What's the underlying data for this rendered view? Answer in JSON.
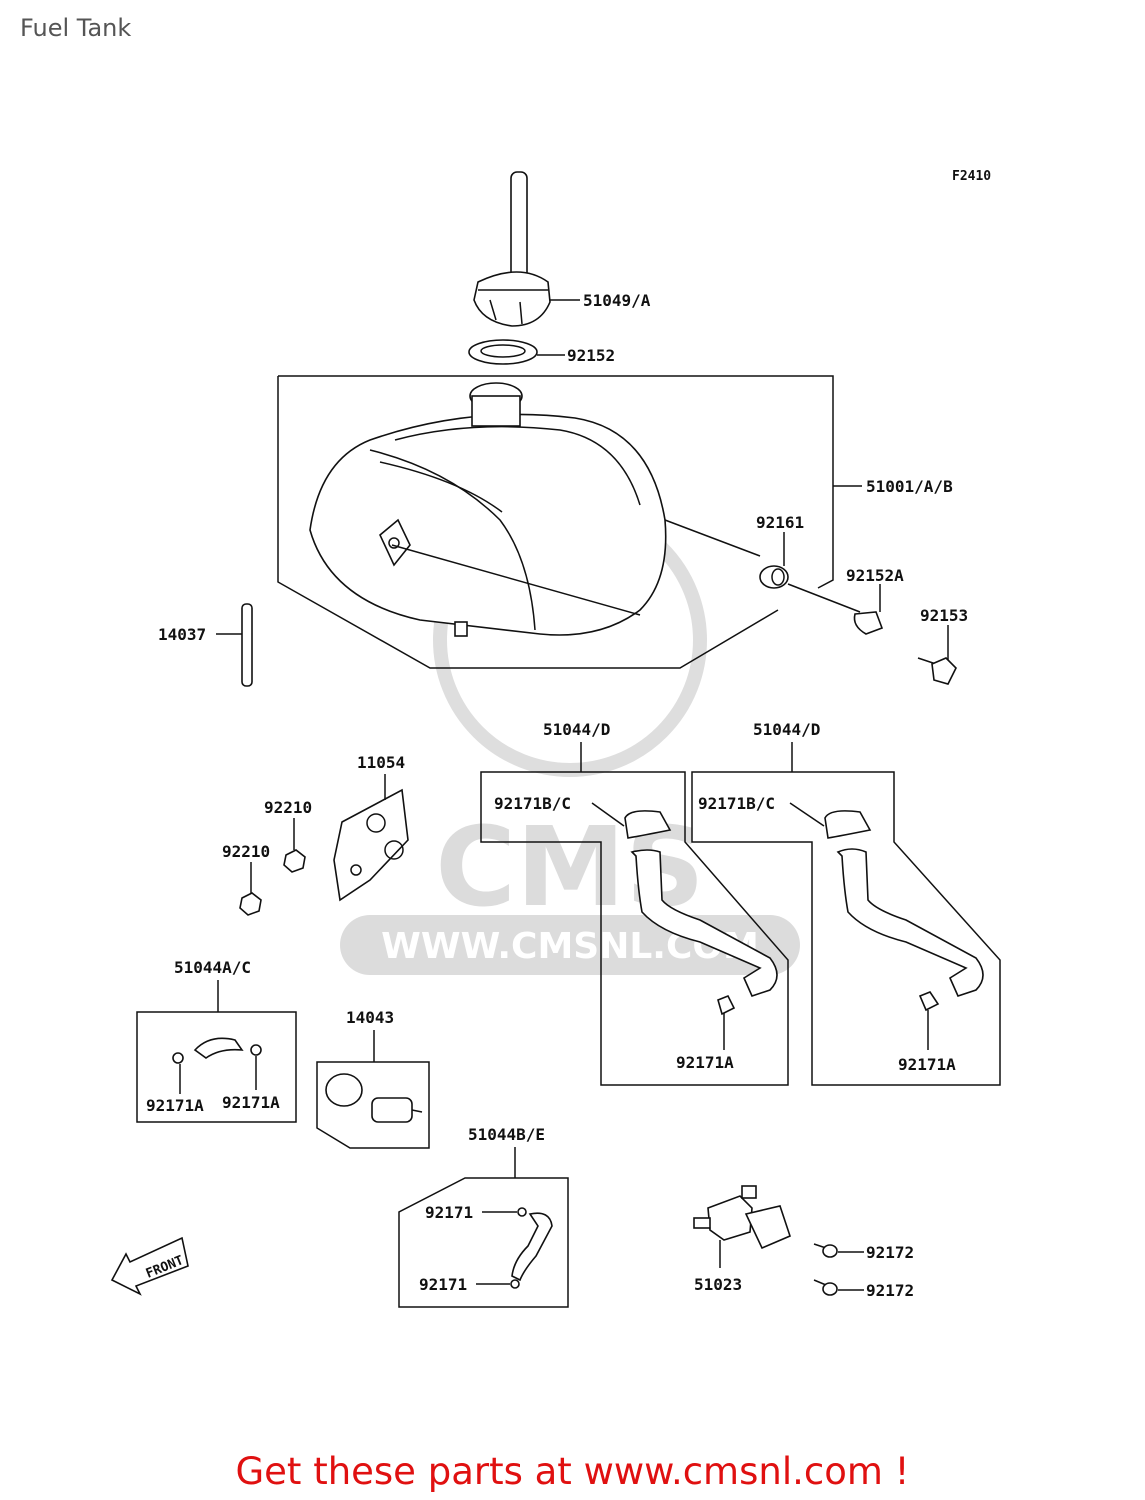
{
  "page": {
    "title": "Fuel Tank",
    "figure_code": "F2410"
  },
  "watermark": {
    "text": "WWW.CMSNL.COM",
    "logo_text": "CMS"
  },
  "parts": {
    "cap": "51049/A",
    "cap_gasket": "92152",
    "tank": "51001/A/B",
    "tank_grommet": "92161",
    "collar": "92152A",
    "bolt": "92153",
    "hose_left": "14037",
    "bracket": "11054",
    "nut_a": "92210",
    "nut_b": "92210",
    "hose_set_1": "51044/D",
    "hose_set_1_clamp": "92171B/C",
    "hose_set_1_clip": "92171A",
    "hose_set_2": "51044/D",
    "hose_set_2_clamp": "92171B/C",
    "hose_set_2_clip": "92171A",
    "hose_set_3": "51044A/C",
    "hose_set_3_clip_a": "92171A",
    "hose_set_3_clip_b": "92171A",
    "filter": "14043",
    "hose_set_4": "51044B/E",
    "hose_set_4_clip_a": "92171",
    "hose_set_4_clip_b": "92171",
    "cock": "51023",
    "screw_a": "92172",
    "screw_b": "92172",
    "front_arrow": "FRONT"
  },
  "footer": {
    "cta": "Get these parts at www.cmsnl.com !"
  }
}
